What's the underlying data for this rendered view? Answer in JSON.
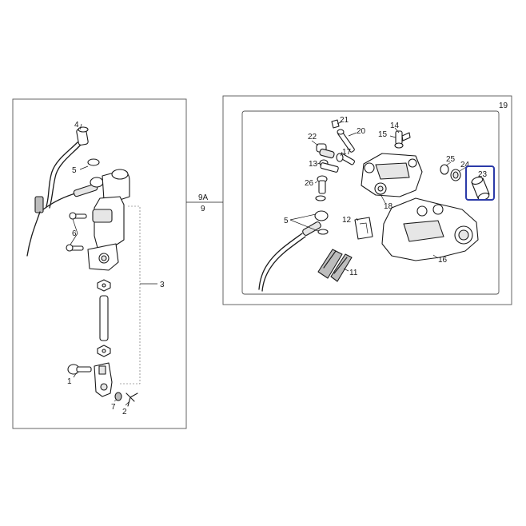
{
  "diagram": {
    "group_labels": {
      "left_assembly_top": "9A",
      "left_assembly_bottom": "9",
      "right_assembly": "19"
    },
    "callouts": {
      "p1": "1",
      "p2": "2",
      "p3": "3",
      "p4": "4",
      "p5_left": "5",
      "p6": "6",
      "p7": "7",
      "p5_right": "5",
      "p11": "11",
      "p12": "12",
      "p13": "13",
      "p14": "14",
      "p15": "15",
      "p16": "16",
      "p17": "17",
      "p18": "18",
      "p20": "20",
      "p21": "21",
      "p22": "22",
      "p23": "23",
      "p24": "24",
      "p25": "25",
      "p26": "26"
    },
    "highlighted_part": "23",
    "highlight_color": "#2b3aa8"
  }
}
